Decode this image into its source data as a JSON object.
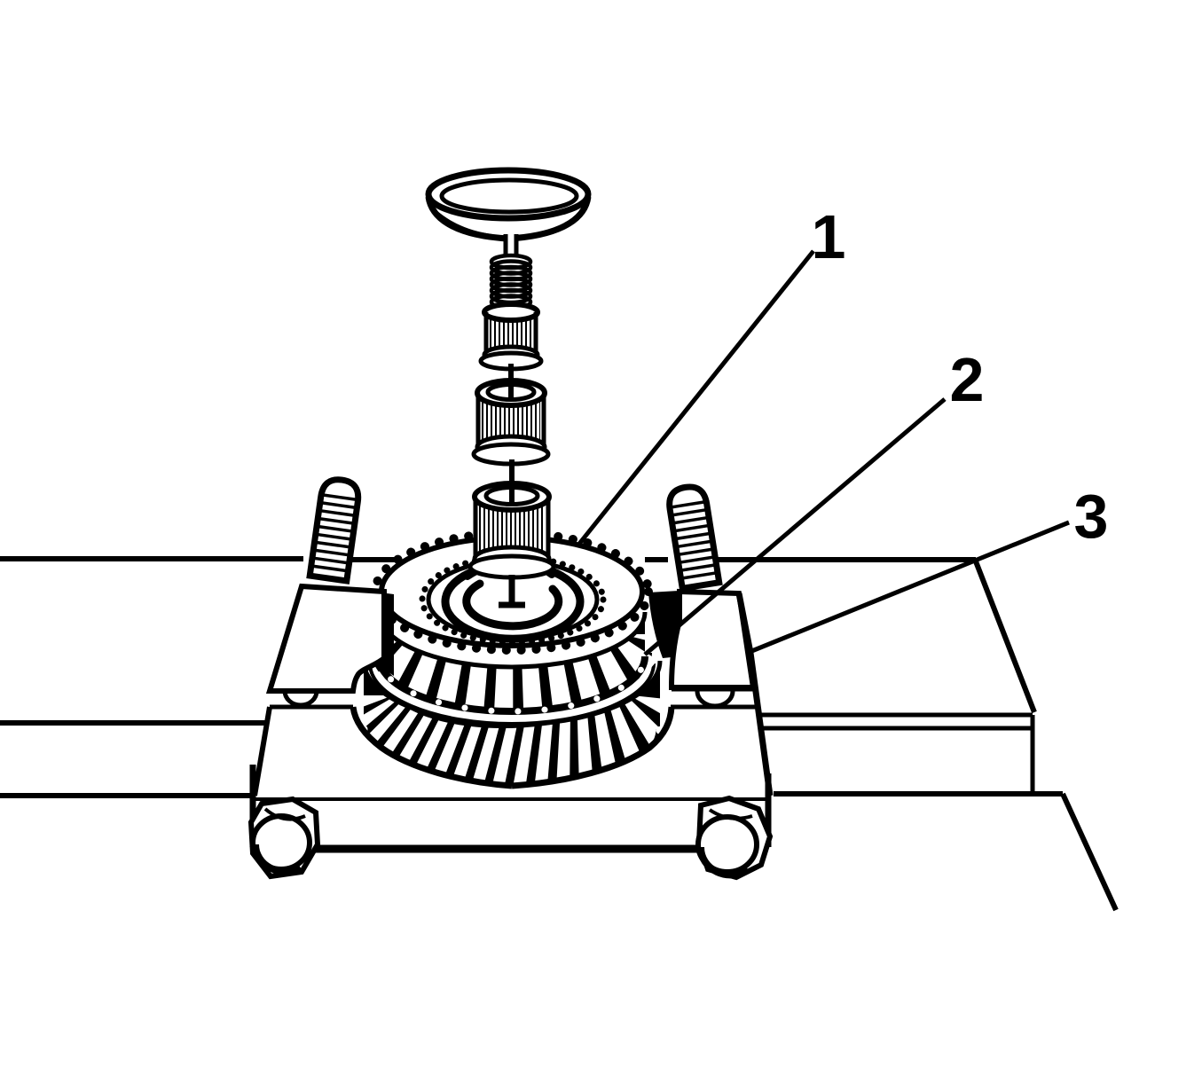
{
  "figure": {
    "type": "technical-line-illustration",
    "description": "Exploded view of a gear, bearing and installer assembly supported on a press plate",
    "background_color": "#ffffff",
    "line_color": "#000000"
  },
  "callouts": [
    {
      "label": "1"
    },
    {
      "label": "2"
    },
    {
      "label": "3"
    }
  ]
}
